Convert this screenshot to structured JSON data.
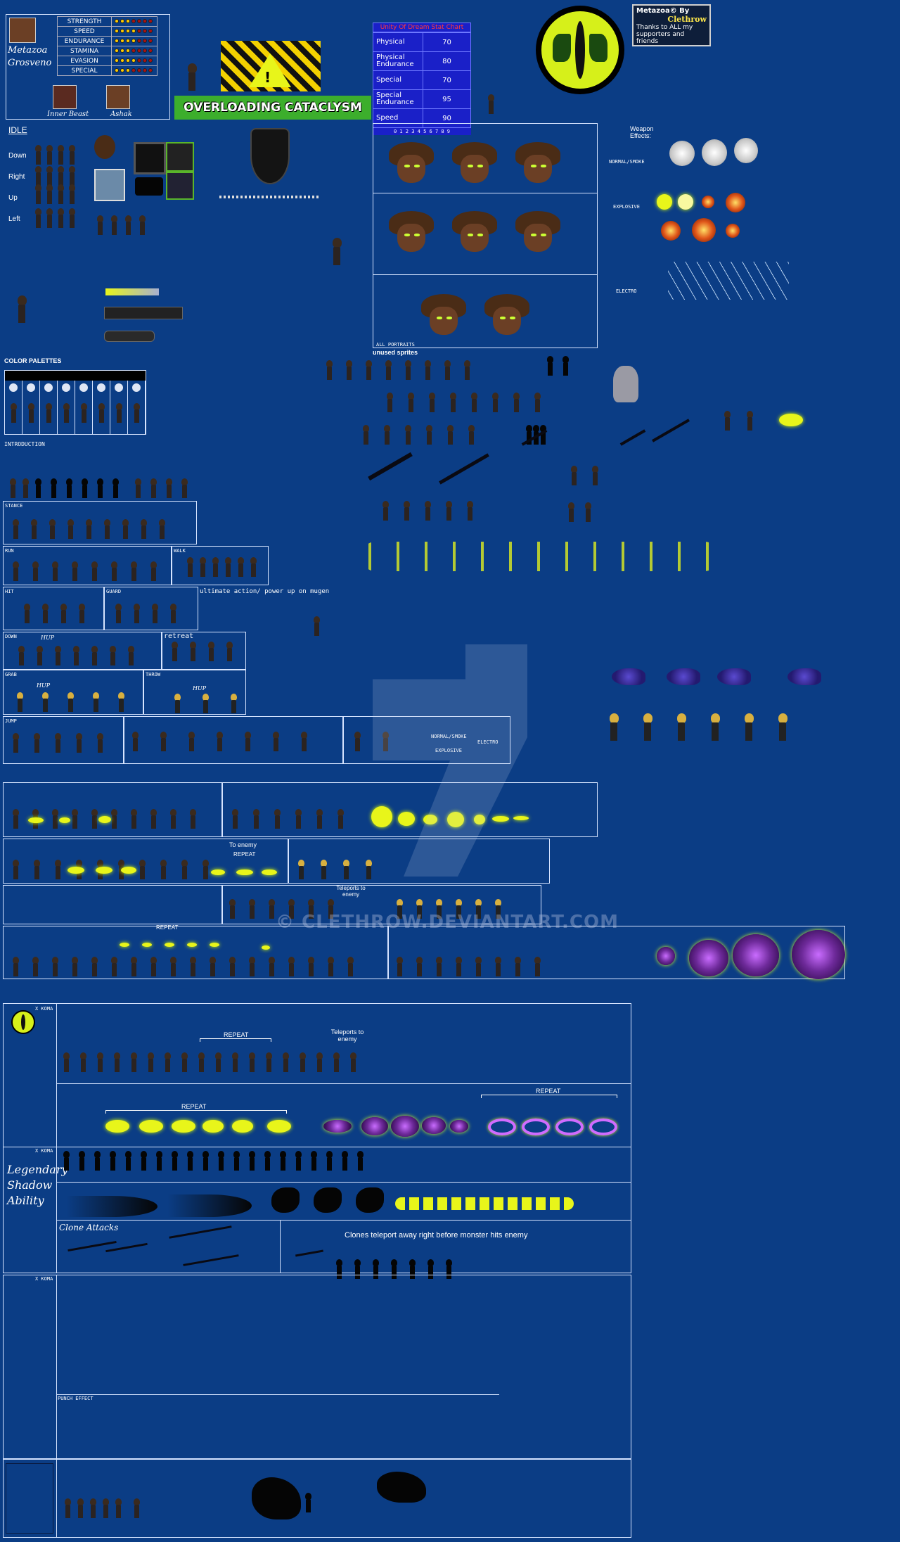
{
  "profile": {
    "name_line1": "Metazoa",
    "name_line2": "Grosveno",
    "stats": [
      {
        "label": "STRENGTH",
        "filled": 3
      },
      {
        "label": "SPEED",
        "filled": 4
      },
      {
        "label": "ENDURANCE",
        "filled": 4
      },
      {
        "label": "STAMINA",
        "filled": 3
      },
      {
        "label": "EVASION",
        "filled": 4
      },
      {
        "label": "SPECIAL",
        "filled": 3
      }
    ],
    "portrait_left_caption": "Inner Beast",
    "portrait_right_caption": "Ashak"
  },
  "title_logo": {
    "text": "OVERLOADING CATACLYSM"
  },
  "chart": {
    "title": "Unity Of Dream Stat Chart",
    "rows": [
      {
        "label": "Physical",
        "value": "70"
      },
      {
        "label": "Physical Endurance",
        "value": "80"
      },
      {
        "label": "Special",
        "value": "70"
      },
      {
        "label": "Special Endurance",
        "value": "95"
      },
      {
        "label": "Speed",
        "value": "90"
      }
    ],
    "scale": "0 1 2 3 4 5 6 7 8 9"
  },
  "credits": {
    "title": "Metazoa© By",
    "author": "Clethrow",
    "thanks": "Thanks to ALL my supporters and friends"
  },
  "idle_section": {
    "title": "IDLE",
    "directions": [
      "Down",
      "Right",
      "Up",
      "Left"
    ]
  },
  "portrait_caption": "ALL PORTRAITS",
  "unused_label": "unused sprites",
  "weapon_effects": {
    "title": "Weapon Effects:",
    "normal": "NORMAL/SMOKE",
    "explosive": "EXPLOSIVE",
    "electro": "ELECTRO"
  },
  "color_palettes_label": "COLOR PALETTES",
  "introduction_label": "INTRODUCTION",
  "row_labels": {
    "stance": "STANCE",
    "run": "RUN",
    "walk": "WALK",
    "hit": "HIT",
    "guard": "GUARD",
    "down": "DOWN",
    "grab": "GRAB",
    "throw": "THROW",
    "jump": "JUMP"
  },
  "ultimate_note": "ultimate action/ power up on mugen",
  "retreat_label": "retreat",
  "annotations": {
    "to_enemy": "To enemy",
    "repeat": "REPEAT",
    "teleports_to_enemy": "Teleports to enemy",
    "clone_attacks": "Clone Attacks",
    "clones_note": "Clones teleport away right before monster hits enemy",
    "legendary_line1": "Legendary",
    "legendary_line2": "Shadow",
    "legendary_line3": "Ability",
    "punch_effect": "PUNCH EFFECT",
    "x_koma": "X KOMA",
    "hup": "HUP"
  },
  "watermark": "© CLETHROW.DEVIANTART.COM",
  "colors": {
    "background": "#0b3d85",
    "accent_yellow": "#e8f51a",
    "panel_border": "#d6e4ff",
    "chart_blue": "#1a20c8"
  }
}
